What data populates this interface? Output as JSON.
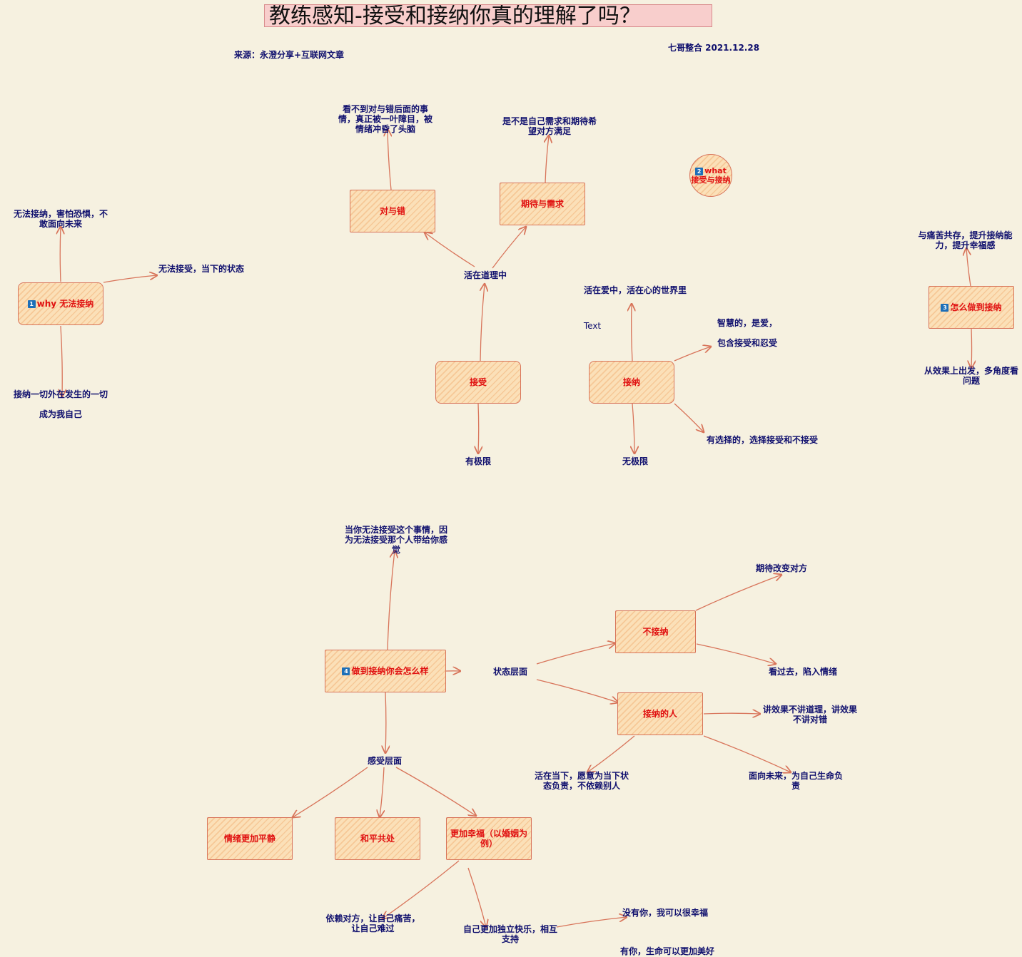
{
  "title": "教练感知-接受和接纳你真的理解了吗？",
  "source": "来源：永澄分享+互联网文章",
  "author": "七哥整合 2021.12.28",
  "colors": {
    "edge": "#d8745a",
    "node_text": "#e01010",
    "label_text": "#10106e",
    "background": "#f6f1e0"
  },
  "icons": {
    "badge": "number-badge-icon"
  },
  "why": {
    "num": "1",
    "label": "why 无法接纳",
    "future": "无法接纳，害怕恐惧，不敢面向未来",
    "present": "无法接受，当下的状态",
    "accept_all": "接纳一切外在发生的一切",
    "self": "成为我自己"
  },
  "what": {
    "num": "2",
    "label_en": "what",
    "label": "接受与接纳",
    "right_wrong": "对与错",
    "right_wrong_note": "看不到对与错后面的事情，真正被一叶障目，被情绪冲昏了头脑",
    "expect": "期待与需求",
    "expect_note": "是不是自己需求和期待希望对方满足",
    "reason": "活在道理中",
    "accept": "接受",
    "limited": "有极限",
    "embrace": "接纳",
    "love": "活在爱中，活在心的世界里",
    "text": "Text",
    "wisdom": "智慧的，是爱，",
    "tolerance": "包含接受和忍受",
    "choice": "有选择的，选择接受和不接受",
    "unlimited": "无极限"
  },
  "how": {
    "num": "3",
    "label": "怎么做到接纳",
    "pain": "与痛苦共存，提升接纳能力，提升幸福感",
    "effect": "从效果上出发，多角度看问题"
  },
  "result": {
    "num": "4",
    "label": "做到接纳你会怎么样",
    "cannot": "当你无法接受这个事情，因为无法接受那个人带给你感觉",
    "state": "状态层面",
    "not_embrace": "不接纳",
    "change_other": "期待改变对方",
    "past": "看过去，陷入情绪",
    "embrace_person": "接纳的人",
    "effect_reason": "讲效果不讲道理，讲效果不讲对错",
    "now": "活在当下，愿意为当下状态负责，不依赖别人",
    "future_resp": "面向未来，为自己生命负责",
    "feel": "感受层面",
    "calm": "情绪更加平静",
    "peace": "和平共处",
    "happy": "更加幸福（以婚姻为例）",
    "depend": "依赖对方，让自己痛苦，让自己难过",
    "independent": "自己更加独立快乐，相互支持",
    "without_you": "没有你，我可以很幸福",
    "with_you": "有你，生命可以更加美好"
  }
}
